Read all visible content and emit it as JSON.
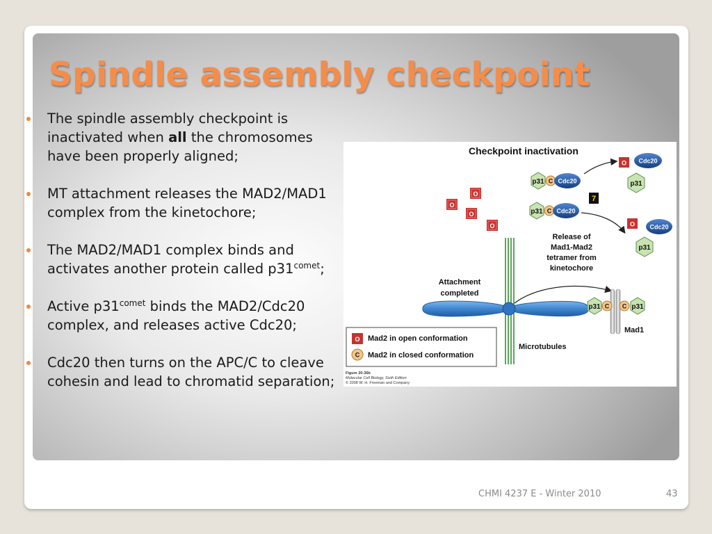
{
  "slide": {
    "title": "Spindle assembly checkpoint",
    "bullets": [
      {
        "pre": "The spindle assembly checkpoint is inactivated when ",
        "bold": "all",
        "post": " the chromosomes have been properly aligned;"
      },
      {
        "text": "MT attachment releases the MAD2/MAD1 complex from the kinetochore;"
      },
      {
        "pre": "The MAD2/MAD1 complex binds and activates another protein called p31",
        "sup": "comet",
        "post": ";"
      },
      {
        "pre": "Active p31",
        "sup": "comet",
        "post": " binds the MAD2/Cdc20 complex, and releases active Cdc20;"
      },
      {
        "text": "Cdc20 then turns on the APC/C to cleave cohesin and lead to chromatid separation;"
      }
    ],
    "footer": "CHMI 4237 E - Winter 2010",
    "page_number": "43"
  },
  "figure": {
    "title": "Checkpoint inactivation",
    "step_number": "7",
    "labels": {
      "release": [
        "Release of",
        "Mad1-Mad2",
        "tetramer from",
        "kinetochore"
      ],
      "attachment": [
        "Attachment",
        "completed"
      ],
      "microtubules": "Microtubules",
      "mad1": "Mad1",
      "p31": "p31",
      "cdc20": "Cdc20",
      "o": "O",
      "c": "C"
    },
    "legend": [
      {
        "symbol": "O",
        "text": "Mad2 in open conformation"
      },
      {
        "symbol": "C",
        "text": "Mad2 in closed conformation"
      }
    ],
    "caption": [
      "Figure 20-36b",
      "Molecular Cell Biology, Sixth Edition",
      "© 2008 W. H. Freeman and Company"
    ],
    "colors": {
      "open": "#c8332f",
      "closed": "#f2c58a",
      "p31": "#c9e3b3",
      "cdc20": "#2a5ea8",
      "chromosome": "#3f86cf",
      "microtubule": "#5aa85a"
    }
  }
}
